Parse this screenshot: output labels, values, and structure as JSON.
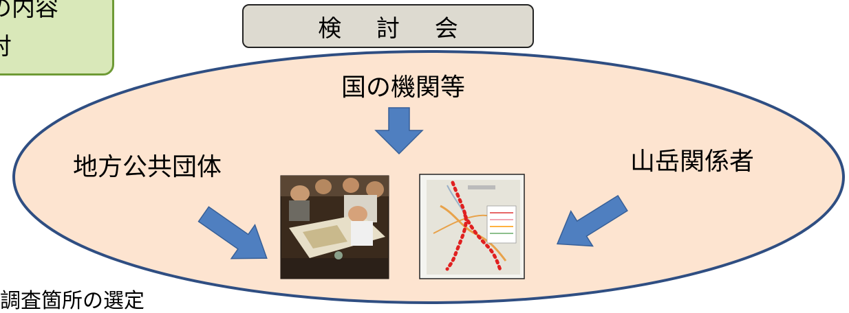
{
  "corner_box": {
    "line1": "の内容",
    "line2": "討"
  },
  "title": "検 討 会",
  "labels": {
    "national": "国の機関等",
    "local": "地方公共団体",
    "mountain": "山岳関係者"
  },
  "bottom_text": "調査箇所の選定",
  "colors": {
    "ellipse_fill": "#fde4d0",
    "ellipse_stroke": "#2f4e82",
    "arrow_fill": "#4f7fc0",
    "title_fill": "#dddad0",
    "green_fill": "#d9e8b9",
    "green_stroke": "#6e9a35",
    "route_dots": "#e02020"
  },
  "images": {
    "meeting_photo": "meeting-photo",
    "route_map": "route-map"
  }
}
